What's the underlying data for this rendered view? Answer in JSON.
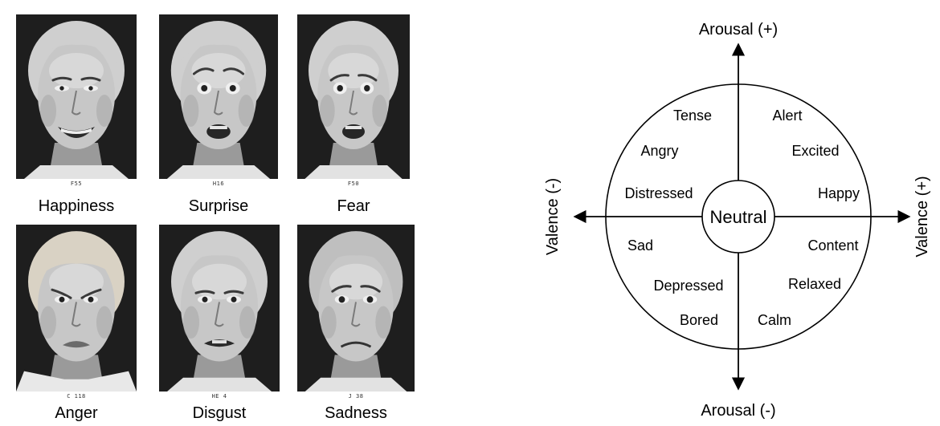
{
  "photo_grid": {
    "faces": [
      {
        "code": "F55",
        "label": "Happiness",
        "expression": "happy"
      },
      {
        "code": "H16",
        "label": "Surprise",
        "expression": "surprise"
      },
      {
        "code": "F50",
        "label": "Fear",
        "expression": "fear"
      },
      {
        "code": "C 118",
        "label": "Anger",
        "expression": "anger"
      },
      {
        "code": "HE 4",
        "label": "Disgust",
        "expression": "disgust"
      },
      {
        "code": "J 38",
        "label": "Sadness",
        "expression": "sadness"
      }
    ]
  },
  "circumplex": {
    "axis_top": "Arousal (+)",
    "axis_bottom": "Arousal (-)",
    "axis_left": "Valence (-)",
    "axis_right": "Valence (+)",
    "center": "Neutral",
    "quadrants": {
      "top_left": [
        "Tense",
        "Angry",
        "Distressed"
      ],
      "top_right": [
        "Alert",
        "Excited",
        "Happy"
      ],
      "bottom_left": [
        "Sad",
        "Depressed",
        "Bored"
      ],
      "bottom_right": [
        "Content",
        "Relaxed",
        "Calm"
      ]
    }
  }
}
